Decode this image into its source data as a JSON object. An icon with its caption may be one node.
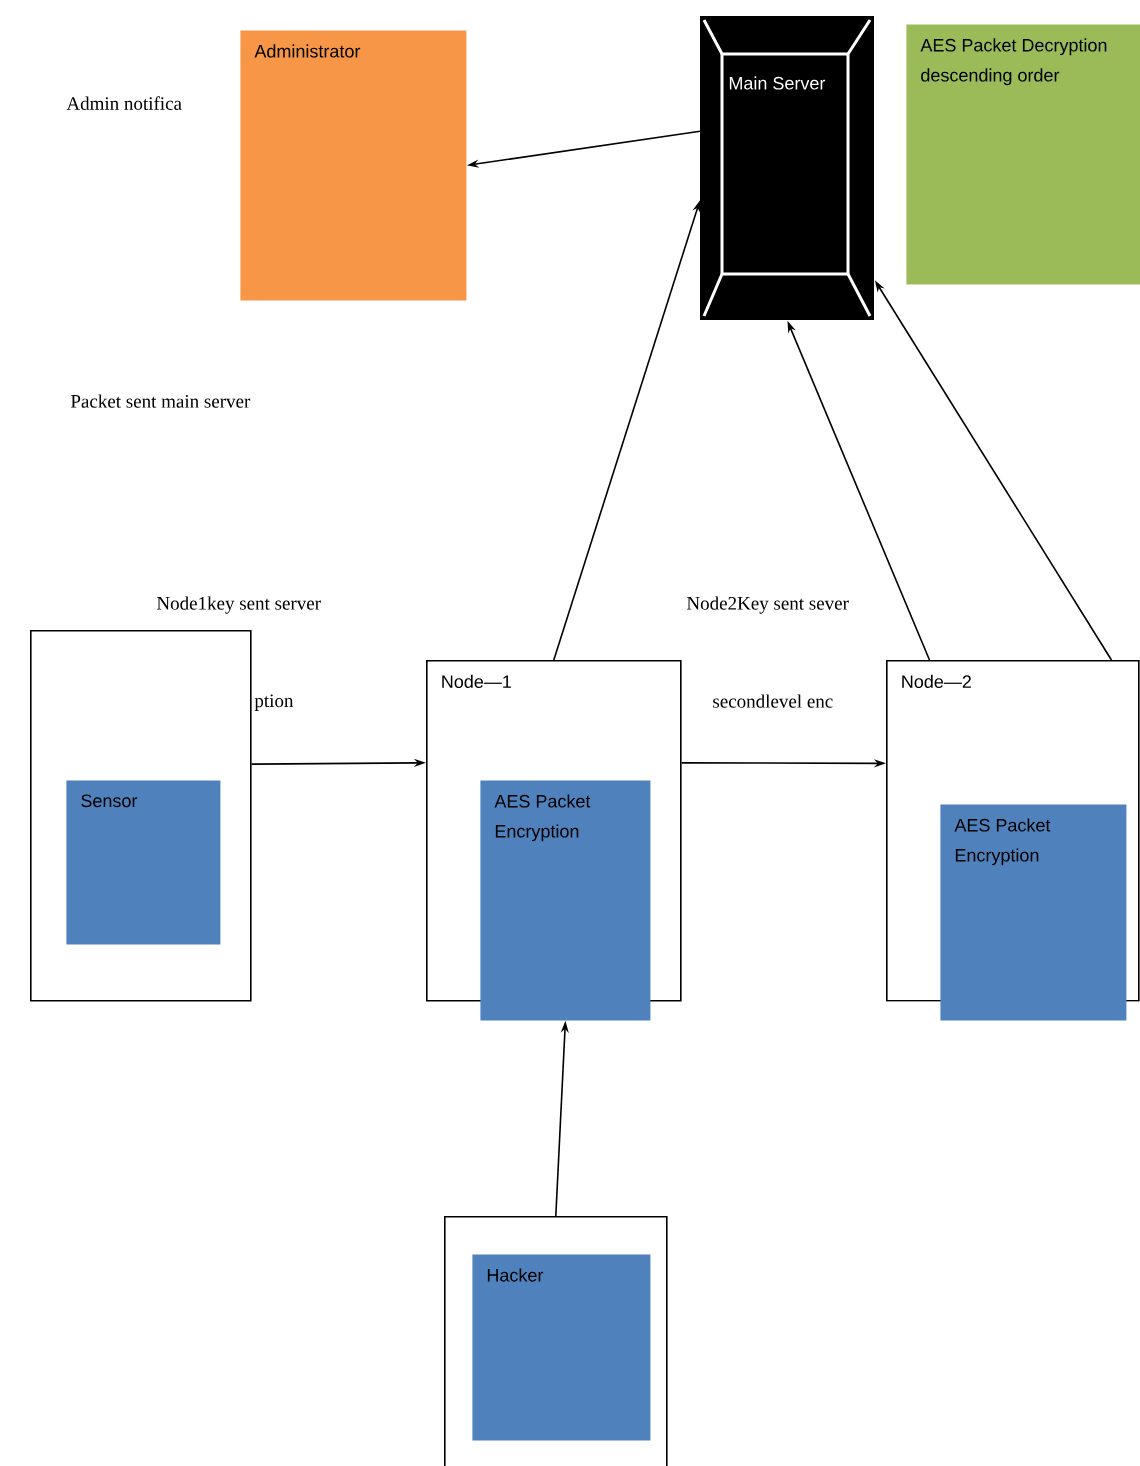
{
  "diagram": {
    "nodes": [
      {
        "text": [
          "Administrator"
        ]
      },
      {
        "text": [
          "Main Server"
        ]
      },
      {
        "text": [
          "AES Packet Decryption descending order"
        ]
      },
      {
        "text": [],
        "shape": "box"
      },
      {
        "text": [
          "Sensor"
        ],
        "in": 3
      },
      {
        "text": [
          "Node—1"
        ]
      },
      {
        "text": [
          "AES Packet Encryption"
        ],
        "in": 5
      },
      {
        "text": [
          "Node—2"
        ]
      },
      {
        "text": [
          "AES Packet Encryption"
        ],
        "in": 7
      },
      {
        "text": [],
        "shape": "box"
      },
      {
        "text": [
          "Hacker"
        ],
        "in": 9
      }
    ],
    "edges": [
      {
        "from": 1,
        "to": 0,
        "arrow": "to"
      },
      {
        "from": 5,
        "to": 1,
        "arrow": "to"
      },
      {
        "from": 7,
        "to": 1,
        "arrow": "to"
      },
      {
        "from": 7,
        "to": 1,
        "arrow": "to"
      },
      {
        "from": 3,
        "to": 5,
        "arrow": "to"
      },
      {
        "from": 5,
        "to": 7,
        "arrow": "to"
      },
      {
        "from": 9,
        "to": 6,
        "arrow": "to"
      }
    ],
    "labels": [
      "Admin notifica",
      "Packet sent main server",
      "Node1key sent server",
      "ption",
      "Node2Key sent sever",
      "secondlevel enc"
    ]
  }
}
